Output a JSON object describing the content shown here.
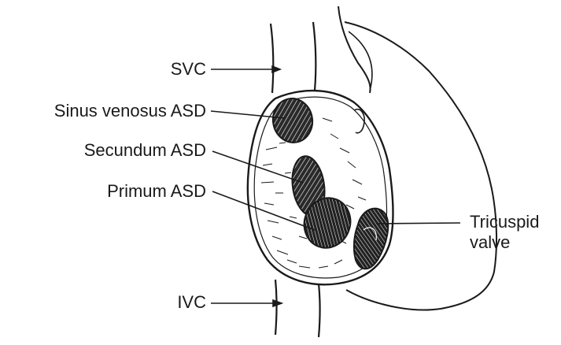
{
  "labels": {
    "svc": "SVC",
    "sinus_venosus": "Sinus venosus ASD",
    "secundum": "Secundum ASD",
    "primum": "Primum ASD",
    "ivc": "IVC",
    "tricuspid_line1": "Tricuspid",
    "tricuspid_line2": "valve"
  },
  "colors": {
    "ink": "#1a1a1a",
    "background": "#ffffff"
  }
}
